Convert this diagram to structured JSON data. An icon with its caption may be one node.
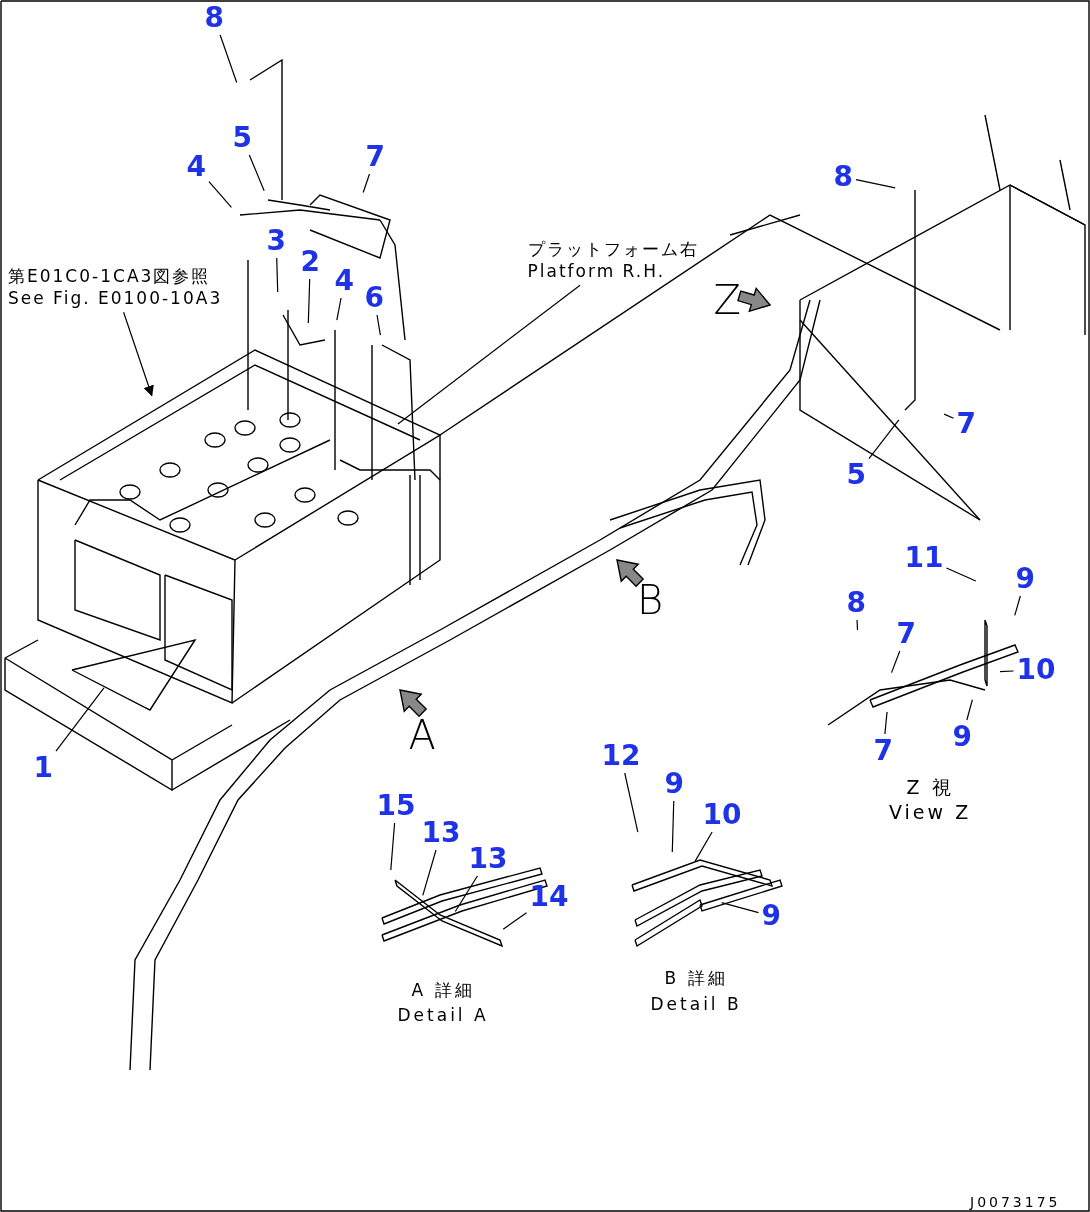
{
  "diagram": {
    "nodes": [
      {
        "text": [
          "8"
        ]
      },
      {
        "text": [
          "5"
        ]
      },
      {
        "text": [
          "4"
        ]
      },
      {
        "text": [
          "7"
        ]
      },
      {
        "text": [
          "3"
        ]
      },
      {
        "text": [
          "2"
        ]
      },
      {
        "text": [
          "4"
        ]
      },
      {
        "text": [
          "6"
        ]
      },
      {
        "text": [
          "8"
        ]
      },
      {
        "text": [
          "7"
        ]
      },
      {
        "text": [
          "5"
        ]
      },
      {
        "text": [
          "1"
        ]
      },
      {
        "text": [
          "11"
        ]
      },
      {
        "text": [
          "9"
        ]
      },
      {
        "text": [
          "8"
        ]
      },
      {
        "text": [
          "7"
        ]
      },
      {
        "text": [
          "10"
        ]
      },
      {
        "text": [
          "7"
        ]
      },
      {
        "text": [
          "9"
        ]
      },
      {
        "text": [
          "12"
        ]
      },
      {
        "text": [
          "9"
        ]
      },
      {
        "text": [
          "10"
        ]
      },
      {
        "text": [
          "15"
        ]
      },
      {
        "text": [
          "13"
        ]
      },
      {
        "text": [
          "13"
        ]
      },
      {
        "text": [
          "14"
        ]
      },
      {
        "text": [
          "9"
        ]
      },
      {
        "text": [
          "第E01C0-1CA3図参照",
          "See Fig. E0100-10A3"
        ]
      },
      {
        "text": [
          "プラットフォーム右",
          "Platform R.H."
        ]
      }
    ],
    "edges": [
      {
        "from": 0,
        "to": null,
        "arrow": "none"
      },
      {
        "from": 1,
        "to": null,
        "arrow": "none"
      },
      {
        "from": 2,
        "to": null,
        "arrow": "none"
      },
      {
        "from": 3,
        "to": null,
        "arrow": "none"
      },
      {
        "from": 4,
        "to": null,
        "arrow": "none"
      },
      {
        "from": 5,
        "to": null,
        "arrow": "none"
      },
      {
        "from": 6,
        "to": null,
        "arrow": "none"
      },
      {
        "from": 7,
        "to": null,
        "arrow": "none"
      },
      {
        "from": 8,
        "to": null,
        "arrow": "none"
      },
      {
        "from": 9,
        "to": null,
        "arrow": "none"
      },
      {
        "from": 10,
        "to": null,
        "arrow": "none"
      },
      {
        "from": 11,
        "to": null,
        "arrow": "none"
      },
      {
        "from": 12,
        "to": null,
        "arrow": "none"
      },
      {
        "from": 13,
        "to": null,
        "arrow": "none"
      },
      {
        "from": 14,
        "to": null,
        "arrow": "none"
      },
      {
        "from": 15,
        "to": null,
        "arrow": "none"
      },
      {
        "from": 16,
        "to": null,
        "arrow": "none"
      },
      {
        "from": 17,
        "to": null,
        "arrow": "none"
      },
      {
        "from": 18,
        "to": null,
        "arrow": "none"
      },
      {
        "from": 19,
        "to": null,
        "arrow": "none"
      },
      {
        "from": 20,
        "to": null,
        "arrow": "none"
      },
      {
        "from": 21,
        "to": null,
        "arrow": "none"
      },
      {
        "from": 22,
        "to": null,
        "arrow": "none"
      },
      {
        "from": 23,
        "to": null,
        "arrow": "none"
      },
      {
        "from": 24,
        "to": null,
        "arrow": "none"
      },
      {
        "from": 25,
        "to": null,
        "arrow": "none"
      },
      {
        "from": 26,
        "to": null,
        "arrow": "none"
      },
      {
        "from": 27,
        "to": null,
        "arrow": "to"
      },
      {
        "from": 28,
        "to": null,
        "arrow": "none"
      }
    ],
    "labels": [
      "Z",
      "B",
      "A",
      "Z 視",
      "View Z",
      "A 詳細",
      "Detail A",
      "B 詳細",
      "Detail B",
      "J0073175"
    ]
  }
}
